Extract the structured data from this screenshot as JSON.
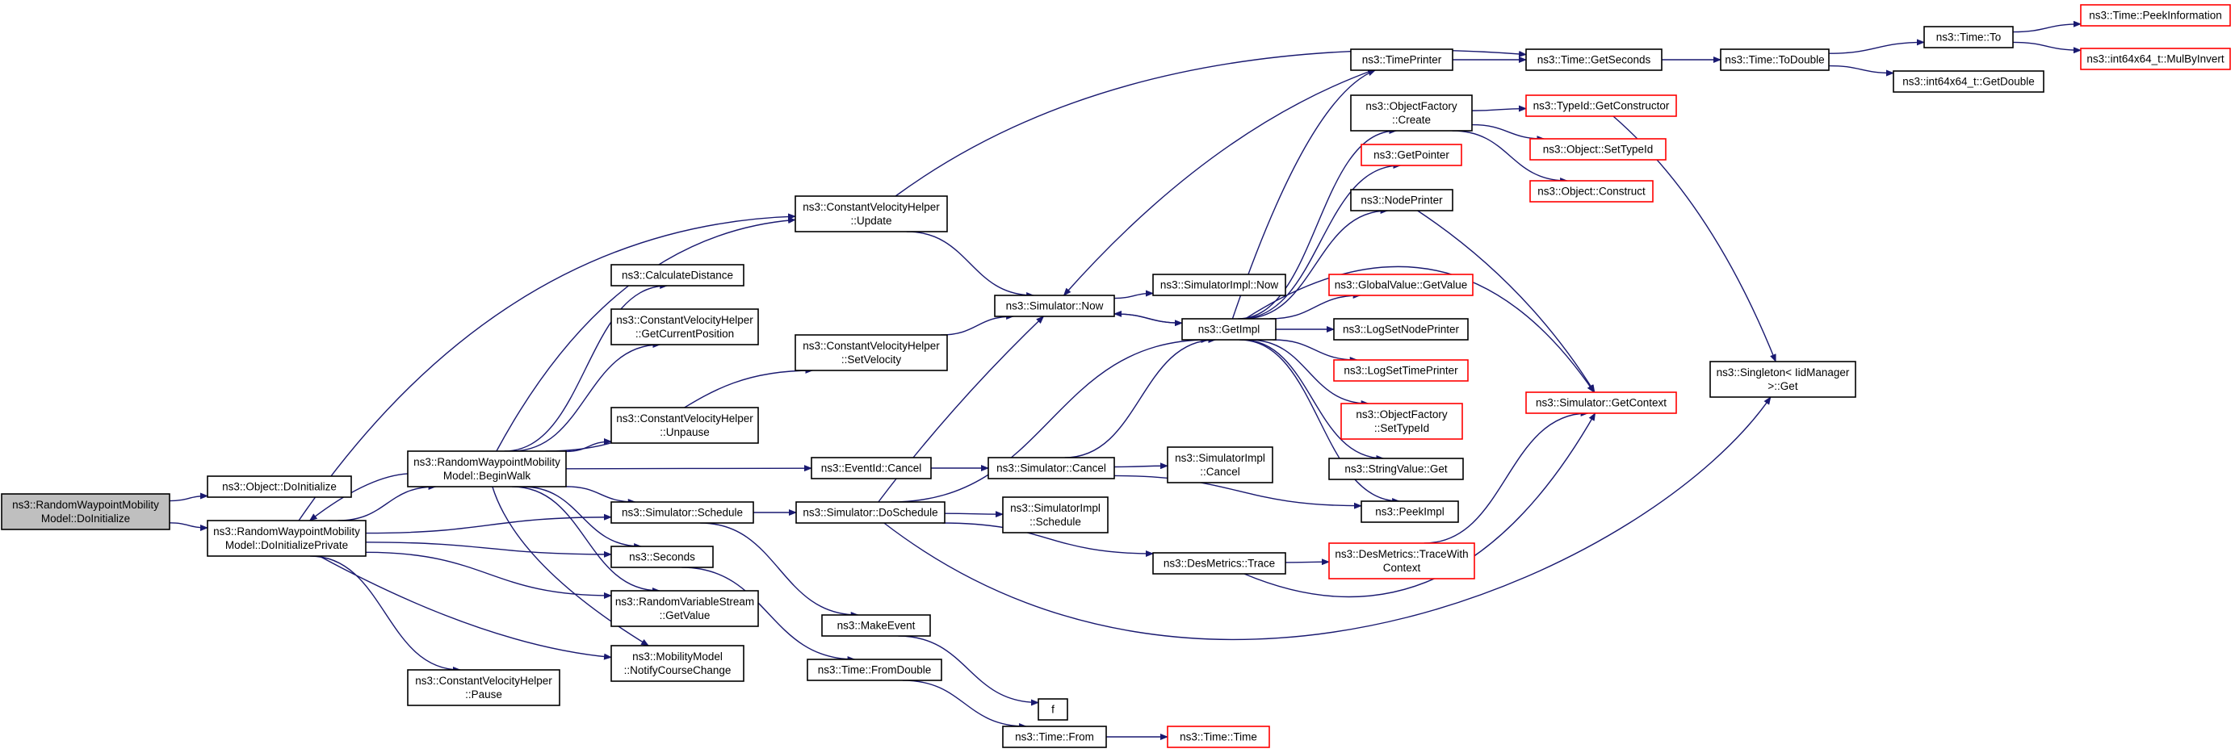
{
  "graph": {
    "edge_color": "#191970",
    "truncated_border_color": "#ff0000",
    "root_fill_color": "#bfbfbf",
    "nodes": [
      {
        "id": "root",
        "lines": [
          "ns3::RandomWaypointMobility",
          "Model::DoInitialize"
        ],
        "style": "root"
      },
      {
        "id": "doinit_obj",
        "lines": [
          "ns3::Object::DoInitialize"
        ],
        "style": "normal"
      },
      {
        "id": "doinitpriv",
        "lines": [
          "ns3::RandomWaypointMobility",
          "Model::DoInitializePrivate"
        ],
        "style": "normal"
      },
      {
        "id": "beginwalk",
        "lines": [
          "ns3::RandomWaypointMobility",
          "Model::BeginWalk"
        ],
        "style": "normal"
      },
      {
        "id": "cvh_pause",
        "lines": [
          "ns3::ConstantVelocityHelper",
          "::Pause"
        ],
        "style": "normal"
      },
      {
        "id": "cvh_update",
        "lines": [
          "ns3::ConstantVelocityHelper",
          "::Update"
        ],
        "style": "normal"
      },
      {
        "id": "calcdist",
        "lines": [
          "ns3::CalculateDistance"
        ],
        "style": "normal"
      },
      {
        "id": "cvh_getpos",
        "lines": [
          "ns3::ConstantVelocityHelper",
          "::GetCurrentPosition"
        ],
        "style": "normal"
      },
      {
        "id": "cvh_setvel",
        "lines": [
          "ns3::ConstantVelocityHelper",
          "::SetVelocity"
        ],
        "style": "normal"
      },
      {
        "id": "cvh_unpause",
        "lines": [
          "ns3::ConstantVelocityHelper",
          "::Unpause"
        ],
        "style": "normal"
      },
      {
        "id": "eventid_cancel",
        "lines": [
          "ns3::EventId::Cancel"
        ],
        "style": "normal"
      },
      {
        "id": "sim_schedule",
        "lines": [
          "ns3::Simulator::Schedule"
        ],
        "style": "normal"
      },
      {
        "id": "seconds",
        "lines": [
          "ns3::Seconds"
        ],
        "style": "normal"
      },
      {
        "id": "rvs_getvalue",
        "lines": [
          "ns3::RandomVariableStream",
          "::GetValue"
        ],
        "style": "normal"
      },
      {
        "id": "mm_notify",
        "lines": [
          "ns3::MobilityModel",
          "::NotifyCourseChange"
        ],
        "style": "normal"
      },
      {
        "id": "sim_now",
        "lines": [
          "ns3::Simulator::Now"
        ],
        "style": "normal"
      },
      {
        "id": "sim_cancel",
        "lines": [
          "ns3::Simulator::Cancel"
        ],
        "style": "normal"
      },
      {
        "id": "sim_doschedule",
        "lines": [
          "ns3::Simulator::DoSchedule"
        ],
        "style": "normal"
      },
      {
        "id": "makeevent",
        "lines": [
          "ns3::MakeEvent"
        ],
        "style": "normal"
      },
      {
        "id": "time_fromdouble",
        "lines": [
          "ns3::Time::FromDouble"
        ],
        "style": "normal"
      },
      {
        "id": "f",
        "lines": [
          "f"
        ],
        "style": "normal"
      },
      {
        "id": "time_from",
        "lines": [
          "ns3::Time::From"
        ],
        "style": "normal"
      },
      {
        "id": "time_time",
        "lines": [
          "ns3::Time::Time"
        ],
        "style": "truncated"
      },
      {
        "id": "simimpl_now",
        "lines": [
          "ns3::SimulatorImpl::Now"
        ],
        "style": "normal"
      },
      {
        "id": "getimpl",
        "lines": [
          "ns3::GetImpl"
        ],
        "style": "normal"
      },
      {
        "id": "simimpl_cancel",
        "lines": [
          "ns3::SimulatorImpl",
          "::Cancel"
        ],
        "style": "normal"
      },
      {
        "id": "simimpl_schedule",
        "lines": [
          "ns3::SimulatorImpl",
          "::Schedule"
        ],
        "style": "normal"
      },
      {
        "id": "desmetrics_trace",
        "lines": [
          "ns3::DesMetrics::Trace"
        ],
        "style": "normal"
      },
      {
        "id": "timeprinter",
        "lines": [
          "ns3::TimePrinter"
        ],
        "style": "normal"
      },
      {
        "id": "objfactory_create",
        "lines": [
          "ns3::ObjectFactory",
          "::Create"
        ],
        "style": "normal"
      },
      {
        "id": "getpointer",
        "lines": [
          "ns3::GetPointer"
        ],
        "style": "truncated"
      },
      {
        "id": "nodeprinter",
        "lines": [
          "ns3::NodePrinter"
        ],
        "style": "normal"
      },
      {
        "id": "globalvalue_get",
        "lines": [
          "ns3::GlobalValue::GetValue"
        ],
        "style": "truncated"
      },
      {
        "id": "logsetnodeprinter",
        "lines": [
          "ns3::LogSetNodePrinter"
        ],
        "style": "normal"
      },
      {
        "id": "logsettimeprinter",
        "lines": [
          "ns3::LogSetTimePrinter"
        ],
        "style": "truncated"
      },
      {
        "id": "objfactory_settypeid",
        "lines": [
          "ns3::ObjectFactory",
          "::SetTypeId"
        ],
        "style": "truncated"
      },
      {
        "id": "stringvalue_get",
        "lines": [
          "ns3::StringValue::Get"
        ],
        "style": "normal"
      },
      {
        "id": "peekimpl",
        "lines": [
          "ns3::PeekImpl"
        ],
        "style": "normal"
      },
      {
        "id": "desmetrics_tracewithctx",
        "lines": [
          "ns3::DesMetrics::TraceWith",
          "Context"
        ],
        "style": "truncated"
      },
      {
        "id": "time_getseconds",
        "lines": [
          "ns3::Time::GetSeconds"
        ],
        "style": "normal"
      },
      {
        "id": "typeid_getctor",
        "lines": [
          "ns3::TypeId::GetConstructor"
        ],
        "style": "truncated"
      },
      {
        "id": "object_settypeid",
        "lines": [
          "ns3::Object::SetTypeId"
        ],
        "style": "truncated"
      },
      {
        "id": "object_construct",
        "lines": [
          "ns3::Object::Construct"
        ],
        "style": "truncated"
      },
      {
        "id": "sim_getcontext",
        "lines": [
          "ns3::Simulator::GetContext"
        ],
        "style": "truncated"
      },
      {
        "id": "time_todouble",
        "lines": [
          "ns3::Time::ToDouble"
        ],
        "style": "normal"
      },
      {
        "id": "int64_getdouble",
        "lines": [
          "ns3::int64x64_t::GetDouble"
        ],
        "style": "normal"
      },
      {
        "id": "time_to",
        "lines": [
          "ns3::Time::To"
        ],
        "style": "normal"
      },
      {
        "id": "time_peekinfo",
        "lines": [
          "ns3::Time::PeekInformation"
        ],
        "style": "truncated"
      },
      {
        "id": "int64_mulbyinvert",
        "lines": [
          "ns3::int64x64_t::MulByInvert"
        ],
        "style": "truncated"
      },
      {
        "id": "singleton_get",
        "lines": [
          "ns3::Singleton< IidManager",
          " >::Get"
        ],
        "style": "normal"
      }
    ],
    "edges": [
      [
        "root",
        "doinit_obj"
      ],
      [
        "root",
        "doinitpriv"
      ],
      [
        "doinitpriv",
        "beginwalk"
      ],
      [
        "doinitpriv",
        "cvh_update"
      ],
      [
        "doinitpriv",
        "sim_schedule"
      ],
      [
        "doinitpriv",
        "seconds"
      ],
      [
        "doinitpriv",
        "rvs_getvalue"
      ],
      [
        "doinitpriv",
        "mm_notify"
      ],
      [
        "doinitpriv",
        "cvh_pause"
      ],
      [
        "beginwalk",
        "doinitpriv"
      ],
      [
        "beginwalk",
        "cvh_update"
      ],
      [
        "beginwalk",
        "calcdist"
      ],
      [
        "beginwalk",
        "cvh_getpos"
      ],
      [
        "beginwalk",
        "cvh_setvel"
      ],
      [
        "beginwalk",
        "cvh_unpause"
      ],
      [
        "beginwalk",
        "eventid_cancel"
      ],
      [
        "beginwalk",
        "sim_schedule"
      ],
      [
        "beginwalk",
        "seconds"
      ],
      [
        "beginwalk",
        "rvs_getvalue"
      ],
      [
        "beginwalk",
        "mm_notify"
      ],
      [
        "cvh_update",
        "sim_now"
      ],
      [
        "cvh_update",
        "time_getseconds"
      ],
      [
        "cvh_setvel",
        "sim_now"
      ],
      [
        "eventid_cancel",
        "sim_cancel"
      ],
      [
        "sim_schedule",
        "sim_doschedule"
      ],
      [
        "sim_schedule",
        "makeevent"
      ],
      [
        "seconds",
        "time_fromdouble"
      ],
      [
        "makeevent",
        "f"
      ],
      [
        "time_fromdouble",
        "time_from"
      ],
      [
        "time_from",
        "time_time"
      ],
      [
        "sim_now",
        "simimpl_now"
      ],
      [
        "sim_now",
        "getimpl"
      ],
      [
        "sim_cancel",
        "simimpl_cancel"
      ],
      [
        "sim_cancel",
        "getimpl"
      ],
      [
        "sim_cancel",
        "peekimpl"
      ],
      [
        "sim_doschedule",
        "sim_now"
      ],
      [
        "sim_doschedule",
        "getimpl"
      ],
      [
        "sim_doschedule",
        "simimpl_schedule"
      ],
      [
        "sim_doschedule",
        "desmetrics_trace"
      ],
      [
        "sim_doschedule",
        "singleton_get"
      ],
      [
        "desmetrics_trace",
        "desmetrics_tracewithctx"
      ],
      [
        "desmetrics_trace",
        "sim_getcontext"
      ],
      [
        "desmetrics_tracewithctx",
        "sim_getcontext"
      ],
      [
        "getimpl",
        "sim_now"
      ],
      [
        "getimpl",
        "timeprinter"
      ],
      [
        "getimpl",
        "objfactory_create"
      ],
      [
        "getimpl",
        "getpointer"
      ],
      [
        "getimpl",
        "nodeprinter"
      ],
      [
        "getimpl",
        "globalvalue_get"
      ],
      [
        "getimpl",
        "logsetnodeprinter"
      ],
      [
        "getimpl",
        "logsettimeprinter"
      ],
      [
        "getimpl",
        "objfactory_settypeid"
      ],
      [
        "getimpl",
        "stringvalue_get"
      ],
      [
        "getimpl",
        "peekimpl"
      ],
      [
        "getimpl",
        "sim_getcontext"
      ],
      [
        "timeprinter",
        "time_getseconds"
      ],
      [
        "timeprinter",
        "sim_now"
      ],
      [
        "nodeprinter",
        "sim_getcontext"
      ],
      [
        "objfactory_create",
        "typeid_getctor"
      ],
      [
        "objfactory_create",
        "object_settypeid"
      ],
      [
        "objfactory_create",
        "object_construct"
      ],
      [
        "typeid_getctor",
        "singleton_get"
      ],
      [
        "time_getseconds",
        "time_todouble"
      ],
      [
        "time_todouble",
        "time_to"
      ],
      [
        "time_todouble",
        "int64_getdouble"
      ],
      [
        "time_to",
        "time_peekinfo"
      ],
      [
        "time_to",
        "int64_mulbyinvert"
      ]
    ]
  }
}
